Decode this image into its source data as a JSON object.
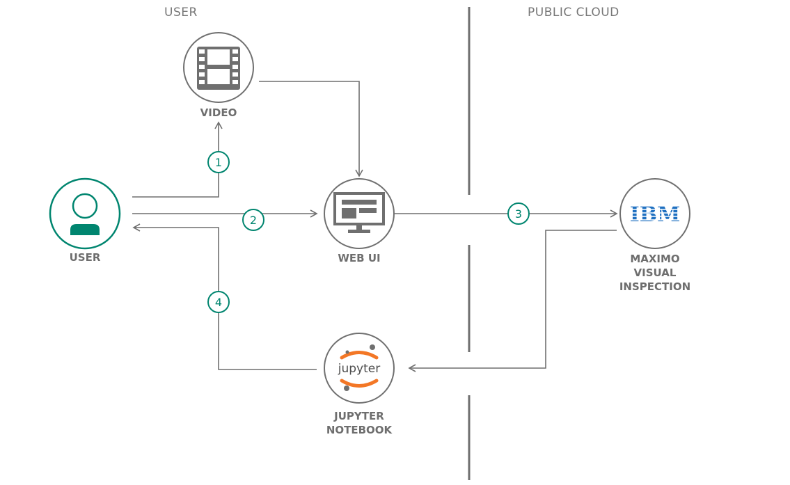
{
  "zones": {
    "user": "USER",
    "public_cloud": "PUBLIC CLOUD"
  },
  "nodes": {
    "video": {
      "label": "VIDEO",
      "icon": "film-strip-icon"
    },
    "user": {
      "label": "USER",
      "icon": "person-icon"
    },
    "web_ui": {
      "label": "WEB UI",
      "icon": "monitor-icon"
    },
    "maximo": {
      "label": "MAXIMO\nVISUAL\nINSPECTION",
      "icon": "ibm-logo-icon",
      "logo_text": "IBM"
    },
    "jupyter": {
      "label": "JUPYTER\nNOTEBOOK",
      "icon": "jupyter-logo-icon",
      "logo_text": "jupyter"
    }
  },
  "steps": [
    "1",
    "2",
    "3",
    "4"
  ],
  "colors": {
    "accent": "#00856f",
    "line": "#6f6f6f",
    "node_border": "#707070",
    "icon": "#6f6f6f",
    "ibm_blue": "#1f70c1",
    "jupyter_orange": "#f37726"
  }
}
